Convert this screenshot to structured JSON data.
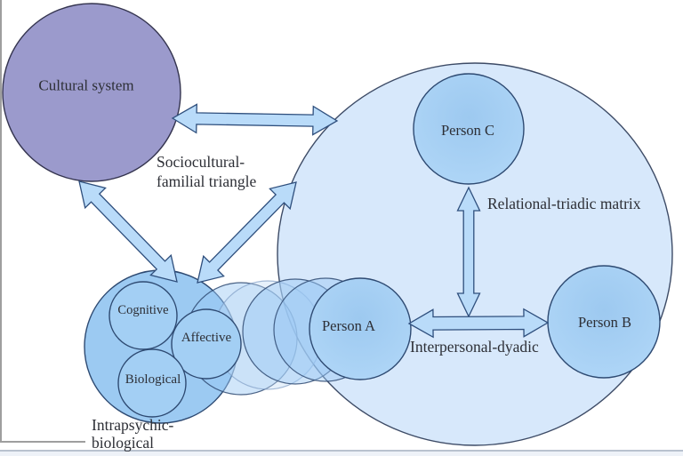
{
  "diagram": {
    "nodes": {
      "cultural": {
        "label": "Cultural system"
      },
      "person_c": {
        "label": "Person C"
      },
      "person_b": {
        "label": "Person B"
      },
      "person_a": {
        "label": "Person A"
      },
      "cognitive": {
        "label": "Cognitive"
      },
      "affective": {
        "label": "Affective"
      },
      "biological": {
        "label": "Biological"
      }
    },
    "annotations": {
      "sociocultural_familial": "Sociocultural-\nfamilial triangle",
      "relational_triadic": "Relational-triadic matrix",
      "interpersonal_dyadic": "Interpersonal-dyadic",
      "intrapsychic_biological": "Intrapsychic-\nbiological"
    },
    "colors": {
      "cultural_fill": "#9b9acc",
      "cultural_stroke": "#34344f",
      "matrix_fill": "#d7e8fb",
      "matrix_stroke": "#3d4b66",
      "person_grad_in": "#9dc9f0",
      "person_grad_out": "#b2d8f8",
      "person_stroke": "#2e4a72",
      "intra_fill": "#9ccaf2",
      "sub_fill": "#a3cff4",
      "ghost_fill": "rgba(154,199,243,0.45)",
      "ghost_fill_light": "rgba(196,219,246,0.40)",
      "ghost_stroke": "rgba(47,74,114,0.85)",
      "ghost_stroke_light": "rgba(122,152,193,0.65)",
      "arrow_fill": "#b9dbf9",
      "arrow_stroke": "#2f4f7d",
      "label_text": "#2d2f36",
      "border_gray": "#9e9e9e",
      "baseline_gray": "#b9c2cf",
      "strip_bg": "#eef2f8"
    }
  }
}
